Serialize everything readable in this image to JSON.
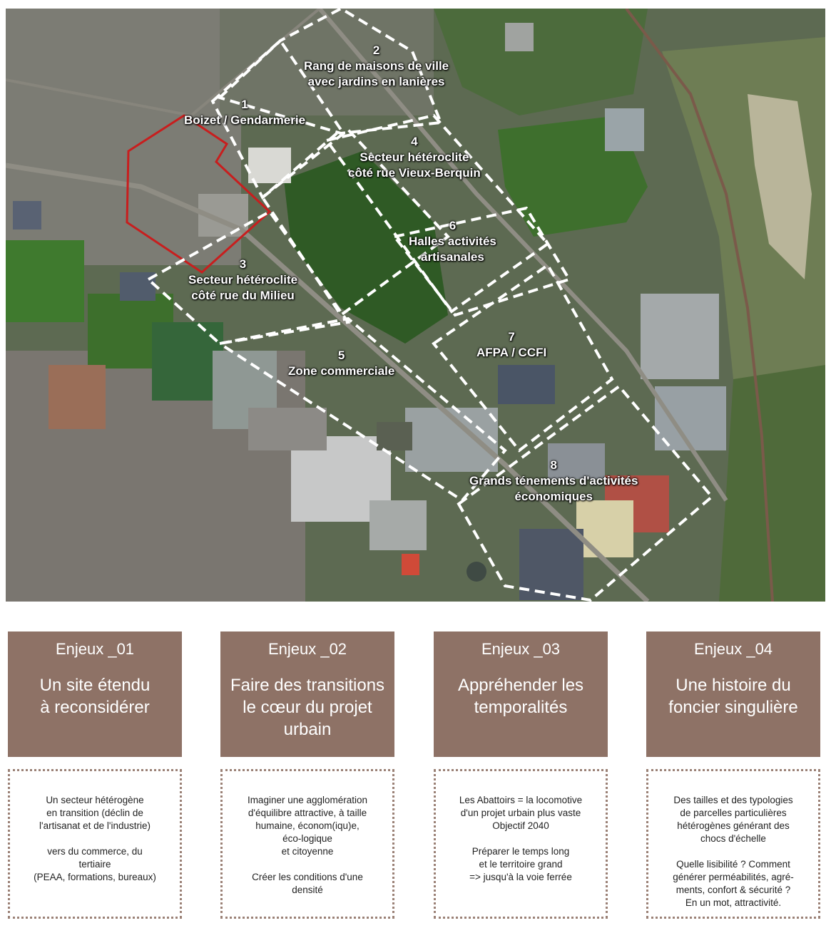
{
  "zones": [
    {
      "num": "1",
      "name": "Boizet / Gendarmerie"
    },
    {
      "num": "2",
      "name": "Rang de maisons de ville",
      "name2": "avec jardins en lanières"
    },
    {
      "num": "3",
      "name": "Secteur hétéroclite",
      "name2": "côté rue du Milieu"
    },
    {
      "num": "4",
      "name": "Secteur hétéroclite",
      "name2": "côté rue Vieux-Berquin"
    },
    {
      "num": "5",
      "name": "Zone commerciale"
    },
    {
      "num": "6",
      "name": "Halles activités",
      "name2": "artisanales"
    },
    {
      "num": "7",
      "name": "AFPA / CCFI"
    },
    {
      "num": "8",
      "name": "Grands ténements d'activités",
      "name2": "économiques"
    }
  ],
  "colors": {
    "card_head": "#8e7266",
    "card_border": "#9b8176",
    "site_outline": "#c81e1e",
    "zone_outline": "#ffffff"
  },
  "enjeux": [
    {
      "label": "Enjeux _01",
      "title1": "Un site étendu",
      "title2": "à reconsidérer",
      "title3": "",
      "text": [
        "Un secteur hétérogène",
        "en transition (déclin de",
        "l'artisanat et de l'industrie)",
        "",
        "vers du commerce, du",
        "tertiaire",
        "(PEAA, formations, bureaux)"
      ]
    },
    {
      "label": "Enjeux _02",
      "title1": "Faire des transitions",
      "title2": "le cœur du projet",
      "title3": "urbain",
      "text": [
        "Imaginer une agglomération",
        "d'équilibre attractive, à taille",
        "humaine, économ(iqu)e,",
        "éco-logique",
        "et citoyenne",
        "",
        "Créer les conditions d'une",
        "densité"
      ]
    },
    {
      "label": "Enjeux _03",
      "title1": "Appréhender les",
      "title2": "temporalités",
      "title3": "",
      "text": [
        "Les Abattoirs = la locomotive",
        "d'un projet urbain plus vaste",
        "Objectif 2040",
        "",
        "Préparer le temps long",
        "et le territoire grand",
        "=> jusqu'à la voie ferrée"
      ]
    },
    {
      "label": "Enjeux _04",
      "title1": "Une histoire du",
      "title2": "foncier singulière",
      "title3": "",
      "text": [
        "Des tailles et des typologies",
        "de parcelles particulières",
        "hétérogènes générant des",
        "chocs d'échelle",
        "",
        "Quelle lisibilité ? Comment",
        "générer perméabilités, agré-",
        "ments, confort & sécurité ?",
        "En un mot, attractivité."
      ]
    }
  ]
}
